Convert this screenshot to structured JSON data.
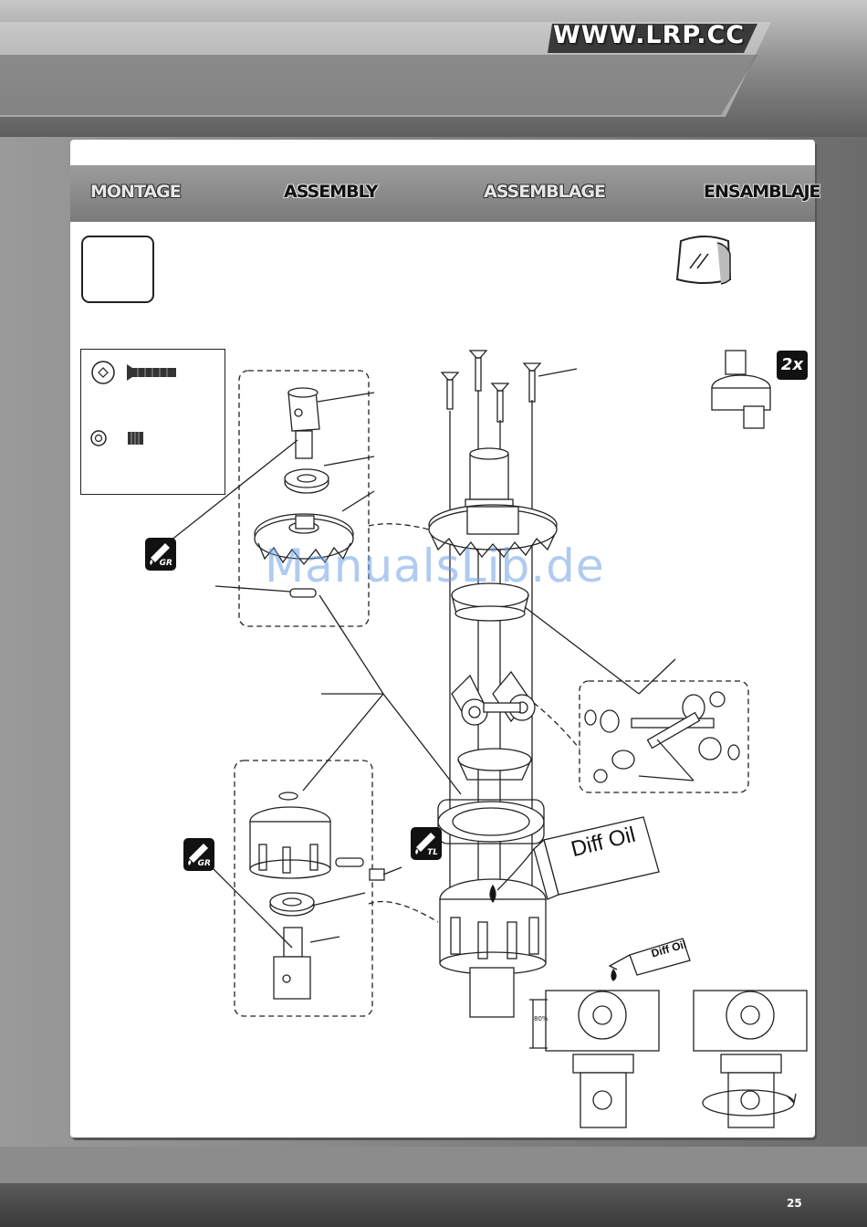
{
  "header": {
    "url": "WWW.LRP.CC"
  },
  "section_titles": {
    "de": "MONTAGE",
    "en": "ASSEMBLY",
    "fr": "ASSEMBLAGE",
    "es": "ENSAMBLAJE"
  },
  "labels": {
    "quantity": "2x",
    "diff_oil_bottle": "Diff Oil",
    "diff_oil_small_bottle": "Diff Oil",
    "grease_left_top": "GR",
    "grease_left_bottom": "GR",
    "threadlock": "TL",
    "fill_level": "80%"
  },
  "watermark": "ManualsLib.de",
  "footer": {
    "page_number": "25"
  }
}
